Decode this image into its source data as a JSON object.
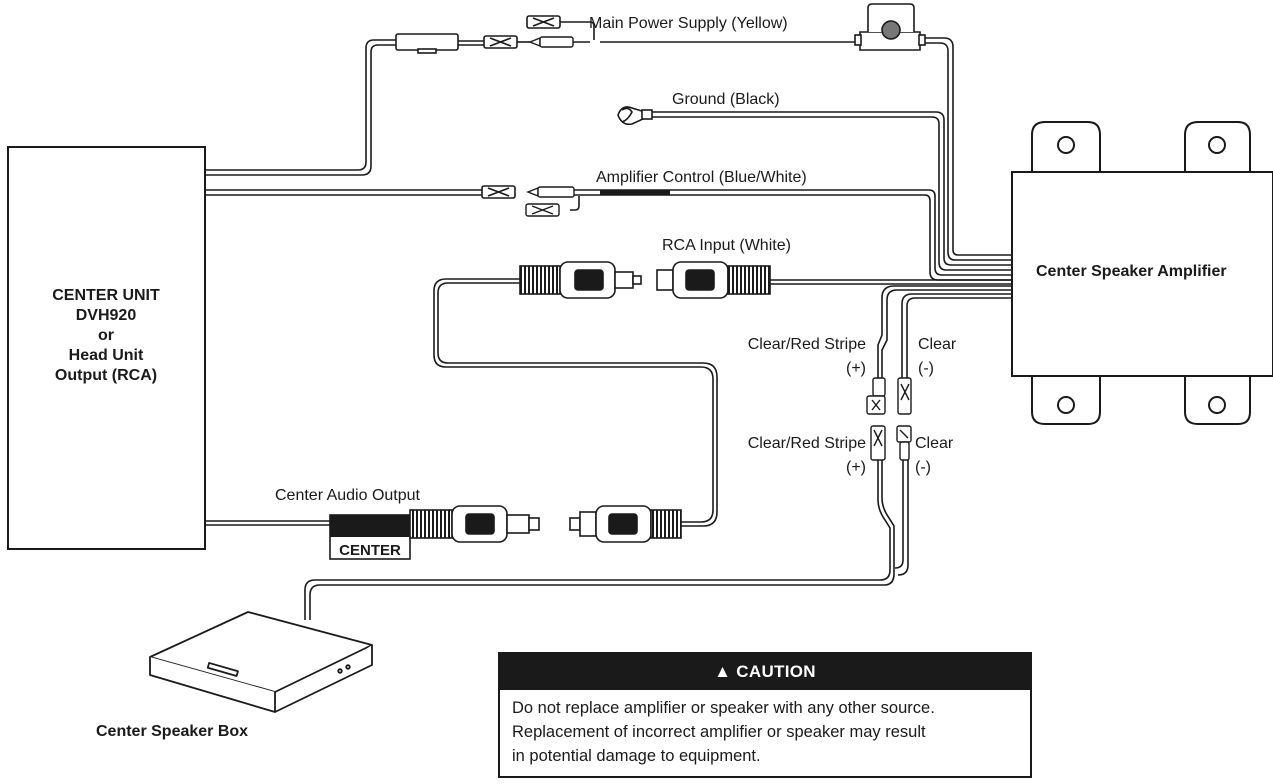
{
  "center_unit": {
    "lines": [
      "CENTER UNIT",
      "DVH920",
      "or",
      "Head Unit",
      "Output (RCA)"
    ]
  },
  "amplifier": {
    "label": "Center Speaker Amplifier"
  },
  "speaker_box": {
    "label": "Center Speaker Box"
  },
  "wires": {
    "main_power": "Main Power Supply (Yellow)",
    "ground": "Ground (Black)",
    "amp_control": "Amplifier Control (Blue/White)",
    "rca_input": "RCA Input (White)",
    "center_audio_output": "Center Audio Output",
    "center_tag": "CENTER",
    "clear_red_stripe_upper": "Clear/Red Stripe",
    "plus_upper": "(+)",
    "clear_upper": "Clear",
    "minus_upper": "(-)",
    "clear_red_stripe_lower": "Clear/Red Stripe",
    "plus_lower": "(+)",
    "clear_lower": "Clear",
    "minus_lower": "(-)"
  },
  "caution": {
    "icon": "warning-triangle-icon",
    "title": "CAUTION",
    "lines": [
      "Do not replace amplifier or speaker with any other source.",
      "Replacement of incorrect amplifier or speaker may result",
      "in potential damage to equipment."
    ]
  }
}
